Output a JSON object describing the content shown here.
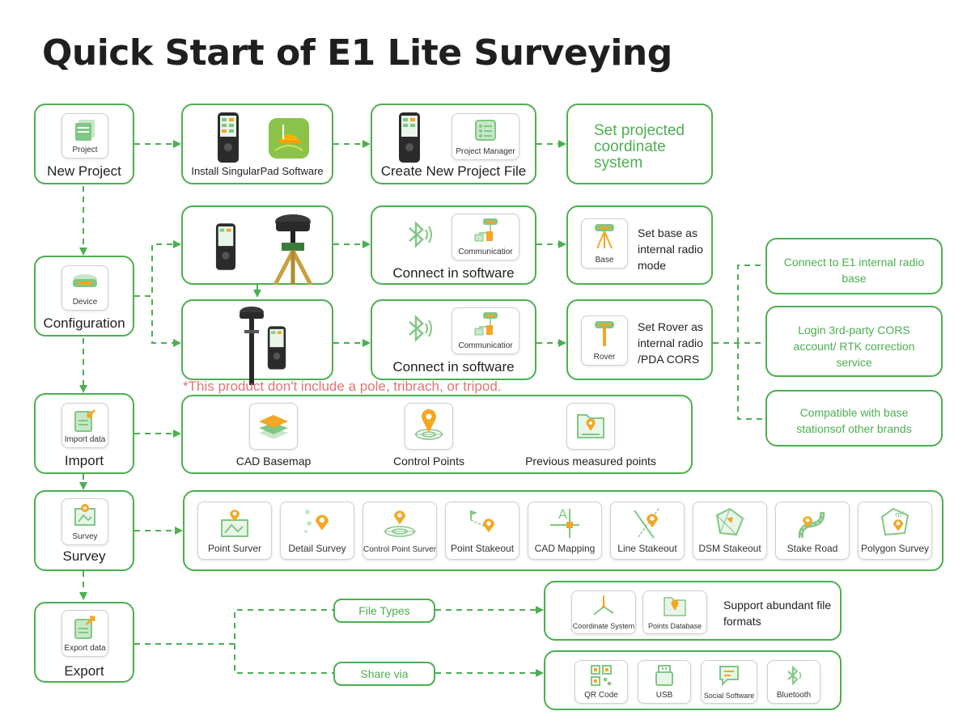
{
  "title": "Quick Start of E1 Lite Surveying",
  "colors": {
    "accent": "#4caf50",
    "icon": "#f5a623",
    "note": "#e57373"
  },
  "steps": {
    "new_project": {
      "tile": "Project",
      "label": "New Project"
    },
    "configuration": {
      "tile": "Device",
      "label": "Configuration"
    },
    "import": {
      "tile": "Import data",
      "label": "Import"
    },
    "survey": {
      "tile": "Survey",
      "label": "Survey"
    },
    "export": {
      "tile": "Export data",
      "label": "Export"
    }
  },
  "project_row": {
    "install": "Install SingularPad Software",
    "create_tile": "Project Manager",
    "create": "Create New Project File",
    "coord": "Set projected coordinate system"
  },
  "config_row": {
    "connect1": "Connect in software",
    "connect1_tile": "Communicatior",
    "connect2": "Connect in software",
    "connect2_tile": "Communicatior",
    "base_tile": "Base",
    "base_text": "Set base as internal radio mode",
    "rover_tile": "Rover",
    "rover_text": "Set Rover as internal radio /PDA CORS",
    "note": "*This product don't include a pole, tribrach, or tripod.",
    "options": [
      "Connect to E1 internal radio base",
      "Login 3rd-party CORS account/ RTK correction service",
      "Compatible with base stationsof other brands"
    ]
  },
  "import_row": {
    "items": [
      "CAD Basemap",
      "Control Points",
      "Previous measured points"
    ]
  },
  "survey_row": {
    "items": [
      "Point Surver",
      "Detail Survey",
      "Control Point Surver",
      "Point Stakeout",
      "CAD Mapping",
      "Line Stakeout",
      "DSM Stakeout",
      "Stake Road",
      "Polygon Survey"
    ]
  },
  "export_row": {
    "file_types": "File Types",
    "share_via": "Share via",
    "file_items": [
      "Coordinate System",
      "Points Database"
    ],
    "file_text": "Support abundant file formats",
    "share_items": [
      "QR Code",
      "USB",
      "Social Software",
      "Bluetooth"
    ]
  }
}
